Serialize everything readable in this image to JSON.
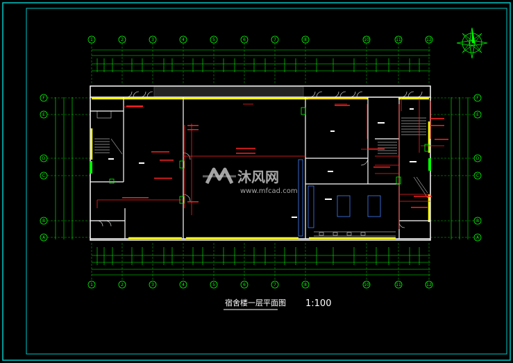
{
  "drawing": {
    "title": "宿舍楼一层平面图",
    "scale": "1:100"
  },
  "grid": {
    "columns": [
      "1",
      "2",
      "3",
      "4",
      "5",
      "6",
      "7",
      "8",
      "10",
      "11",
      "12"
    ],
    "rows": [
      "F",
      "E",
      "D",
      "C",
      "B",
      "A"
    ]
  },
  "watermark": {
    "brand": "沐风网",
    "url": "www.mfcad.com"
  },
  "colors": {
    "border": "#00c8c8",
    "walls": "#ffffff",
    "grid": "#00ff00",
    "windows": "#ffff00",
    "annotations": "#ff2020",
    "fixtures": "#4080ff"
  },
  "icons": {
    "compass": "north-arrow-icon",
    "logo": "mfcad-logo-icon"
  }
}
